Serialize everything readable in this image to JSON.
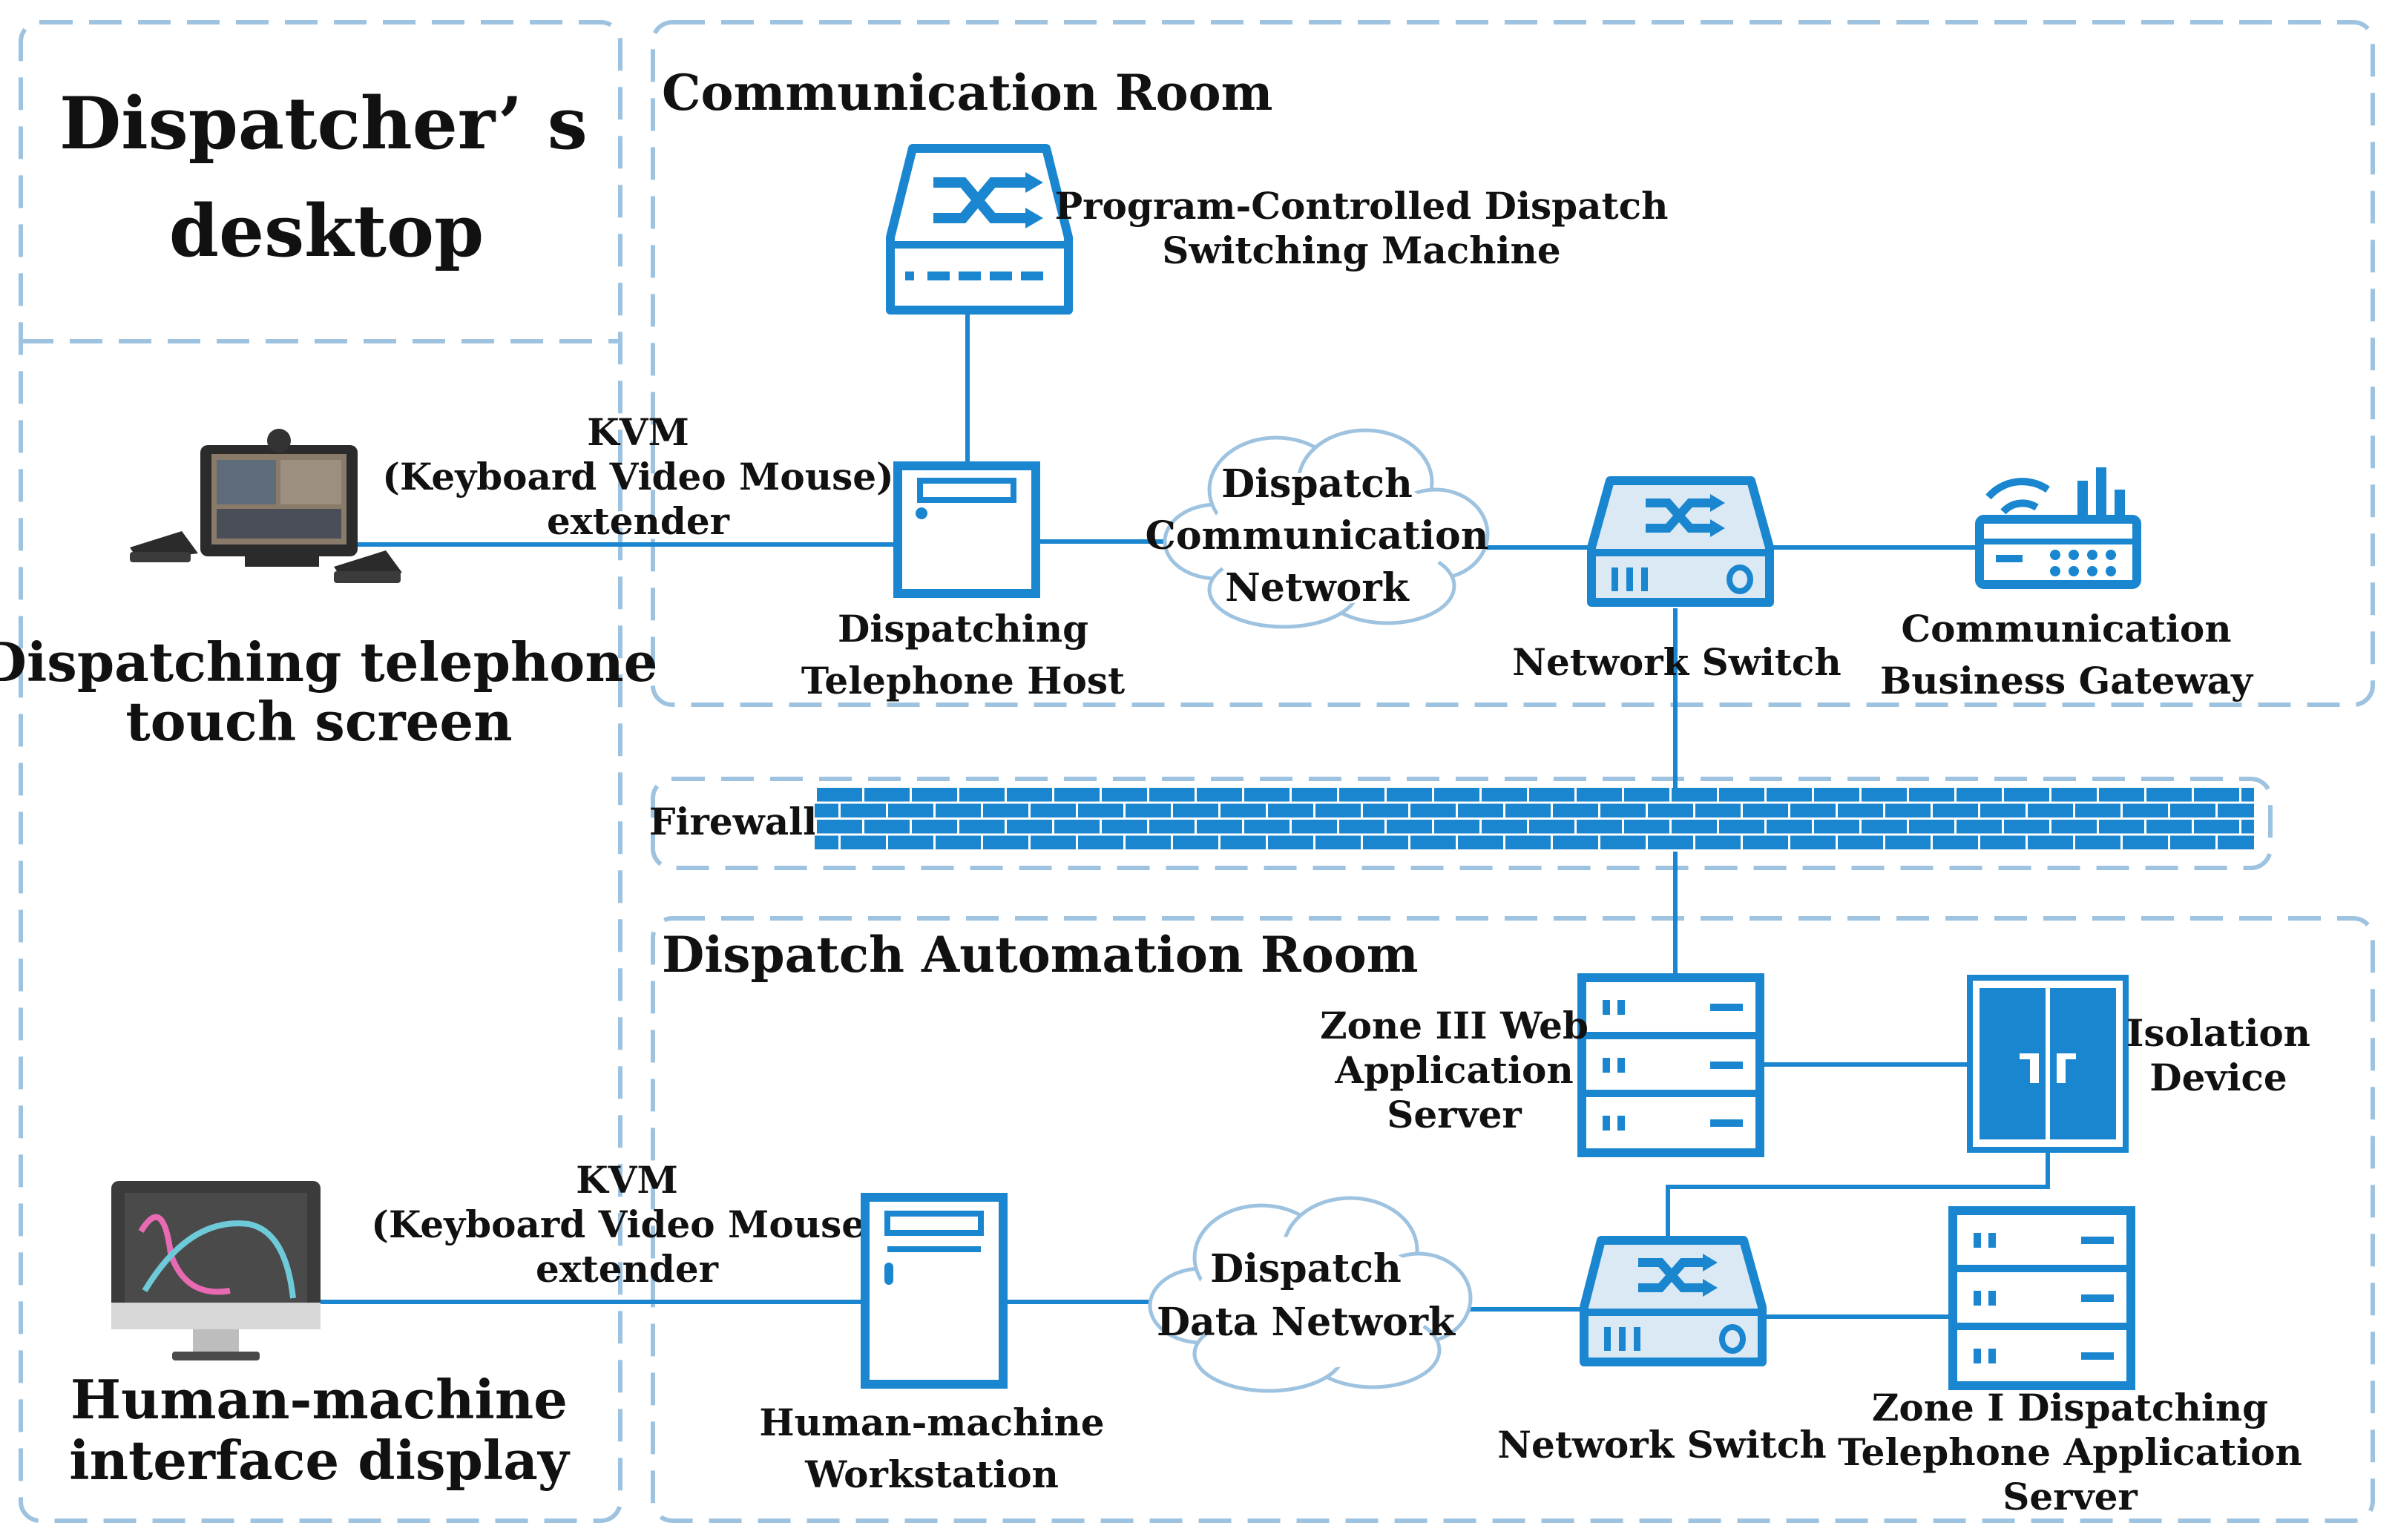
{
  "colors": {
    "primary": "#1a86cf",
    "dash": "#9ec3e0",
    "line": "#1a86cf",
    "cloud": "#cfe3f3"
  },
  "dispatcher_panel": {
    "title_line1": "Dispatcher’ s",
    "title_line2": "desktop"
  },
  "rooms": {
    "communication": "Communication Room",
    "automation": "Dispatch Automation Room"
  },
  "firewall_label": "Firewall",
  "devices": {
    "touch_screen": {
      "icon": "video-phone-icon",
      "line1": "Dispatching telephone",
      "line2": "touch screen"
    },
    "hmi_display": {
      "icon": "monitor-icon",
      "line1": "Human-machine",
      "line2": "interface display"
    },
    "pcdsm": {
      "icon": "switching-machine-icon",
      "line1": "Program-Controlled Dispatch",
      "line2": "Switching Machine"
    },
    "dth": {
      "icon": "host-icon",
      "line1": "Dispatching",
      "line2": "Telephone Host"
    },
    "dcn": {
      "icon": "cloud-icon",
      "line1": "Dispatch",
      "line2": "Communication",
      "line3": "Network"
    },
    "ns_top": {
      "icon": "network-switch-icon",
      "line1": "Network Switch"
    },
    "cbg": {
      "icon": "router-icon",
      "line1": "Communication",
      "line2": "Business Gateway"
    },
    "zone3": {
      "icon": "server-rack-icon",
      "line1": "Zone III Web",
      "line2": "Application",
      "line3": "Server"
    },
    "isolation": {
      "icon": "isolation-door-icon",
      "line1": "Isolation",
      "line2": "Device"
    },
    "hmw": {
      "icon": "workstation-icon",
      "line1": "Human-machine",
      "line2": "Workstation"
    },
    "ddn": {
      "icon": "cloud-icon",
      "line1": "Dispatch",
      "line2": "Data Network"
    },
    "ns_bottom": {
      "icon": "network-switch-icon",
      "line1": "Network Switch"
    },
    "zone1": {
      "icon": "server-rack-icon",
      "line1": "Zone I Dispatching",
      "line2": "Telephone Application",
      "line3": "Server"
    }
  },
  "kvm_top": {
    "line1": "KVM",
    "line2": "(Keyboard Video Mouse)",
    "line3": "extender"
  },
  "kvm_bottom": {
    "line1": "KVM",
    "line2": "(Keyboard Video Mouse)",
    "line3": "extender"
  }
}
